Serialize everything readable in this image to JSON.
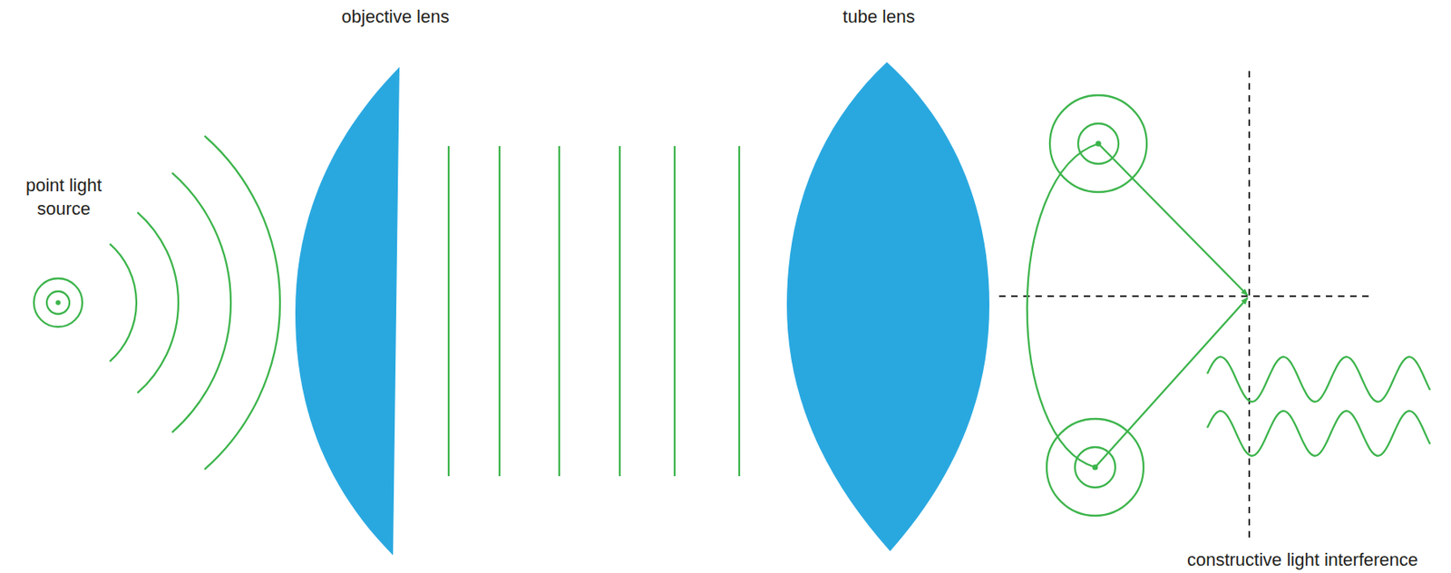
{
  "diagram": {
    "labels": [
      "point light source",
      "objective lens",
      "tube lens",
      "constructive light interference"
    ]
  }
}
